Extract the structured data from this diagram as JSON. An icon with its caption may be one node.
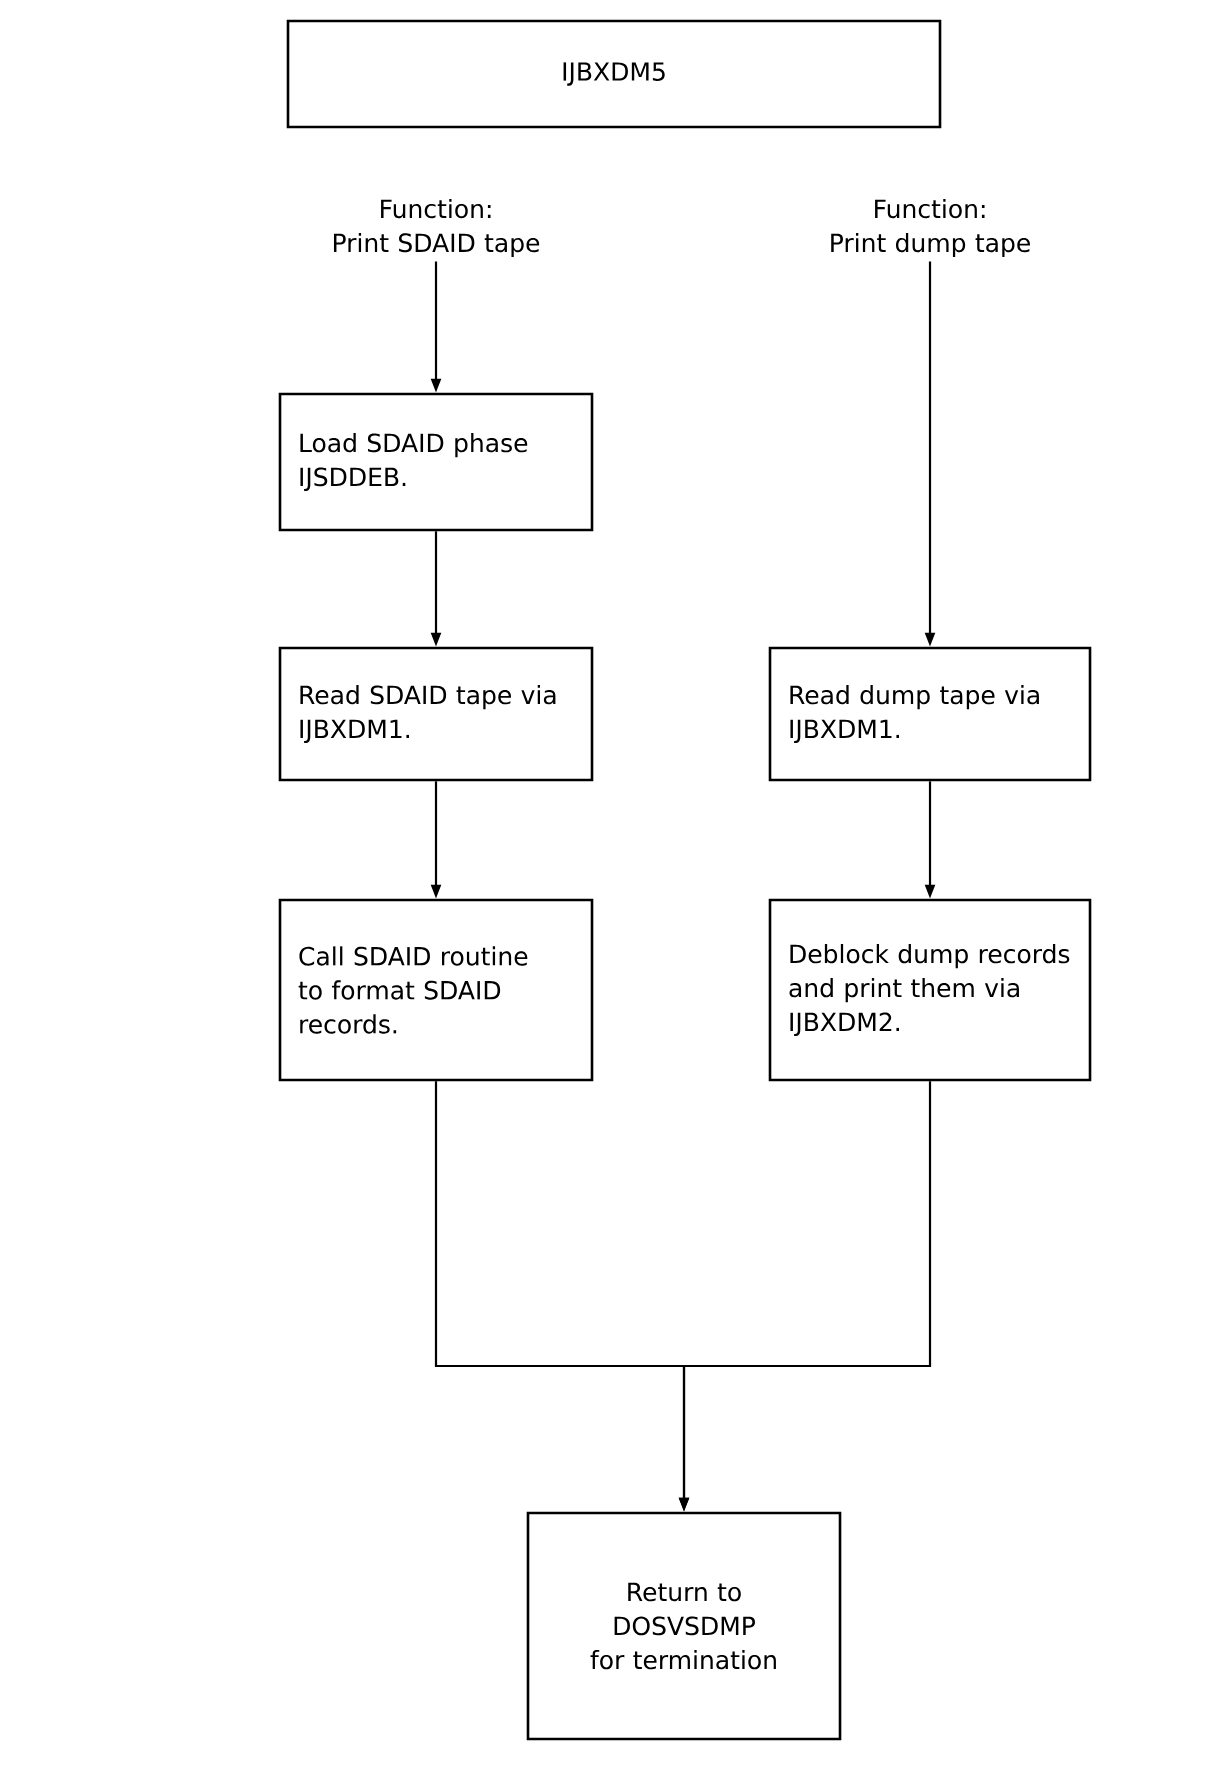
{
  "diagram": {
    "nodes": [
      {
        "text": [
          "IJBXDM5"
        ]
      },
      {
        "text": [
          "Function:",
          "Print SDAID tape"
        ]
      },
      {
        "text": [
          "Function:",
          "Print dump tape"
        ]
      },
      {
        "text": [
          "Load SDAID phase IJSDDEB."
        ]
      },
      {
        "text": [
          "Read SDAID tape via IJBXDM1."
        ]
      },
      {
        "text": [
          "Call SDAID routine to format SDAID records."
        ]
      },
      {
        "text": [
          "Read dump tape via IJBXDM1."
        ]
      },
      {
        "text": [
          "Deblock dump records and print them via IJBXDM2."
        ]
      },
      {
        "text": [
          "Return to DOSVSDMP for termination"
        ]
      }
    ],
    "edges": [
      {
        "from": 1,
        "to": 3,
        "arrow": "to"
      },
      {
        "from": 3,
        "to": 4,
        "arrow": "to"
      },
      {
        "from": 4,
        "to": 5,
        "arrow": "to"
      },
      {
        "from": 2,
        "to": 6,
        "arrow": "to"
      },
      {
        "from": 6,
        "to": 7,
        "arrow": "to"
      },
      {
        "from": 5,
        "to": 8,
        "arrow": "to"
      },
      {
        "from": 7,
        "to": 8,
        "arrow": "to"
      }
    ]
  }
}
